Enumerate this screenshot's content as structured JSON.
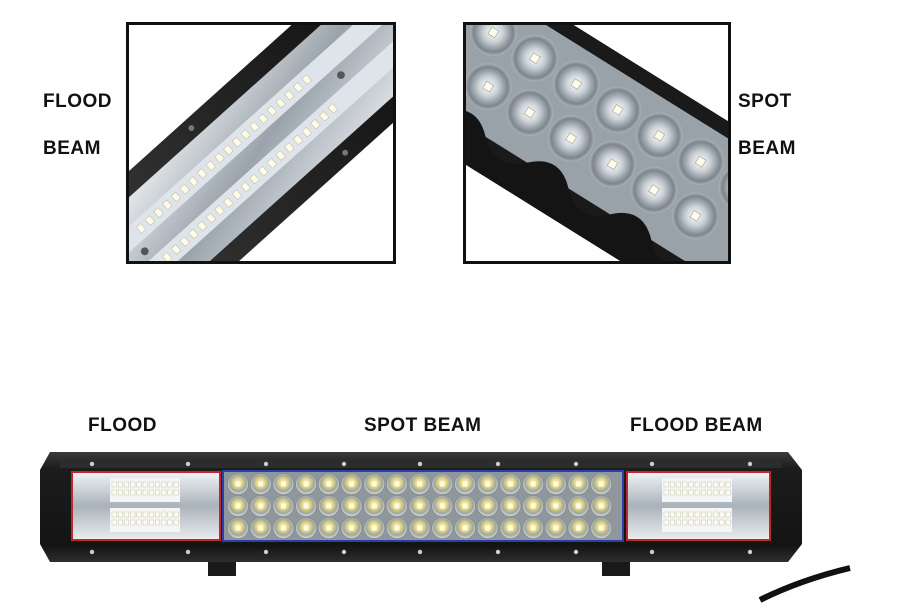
{
  "top_left": {
    "line1": "FLOOD",
    "line2": "BEAM"
  },
  "top_right": {
    "line1": "SPOT",
    "line2": "BEAM"
  },
  "bottom": {
    "left_label": "FLOOD",
    "center_label": "SPOT BEAM",
    "right_label": "FLOOD BEAM"
  },
  "colors": {
    "flood_outline": "#c0272d",
    "spot_outline": "#2b3fa6",
    "housing": "#1b1b1b"
  },
  "icons": [
    "flood-beam-closeup-image",
    "spot-beam-closeup-image",
    "led-light-bar-image"
  ]
}
